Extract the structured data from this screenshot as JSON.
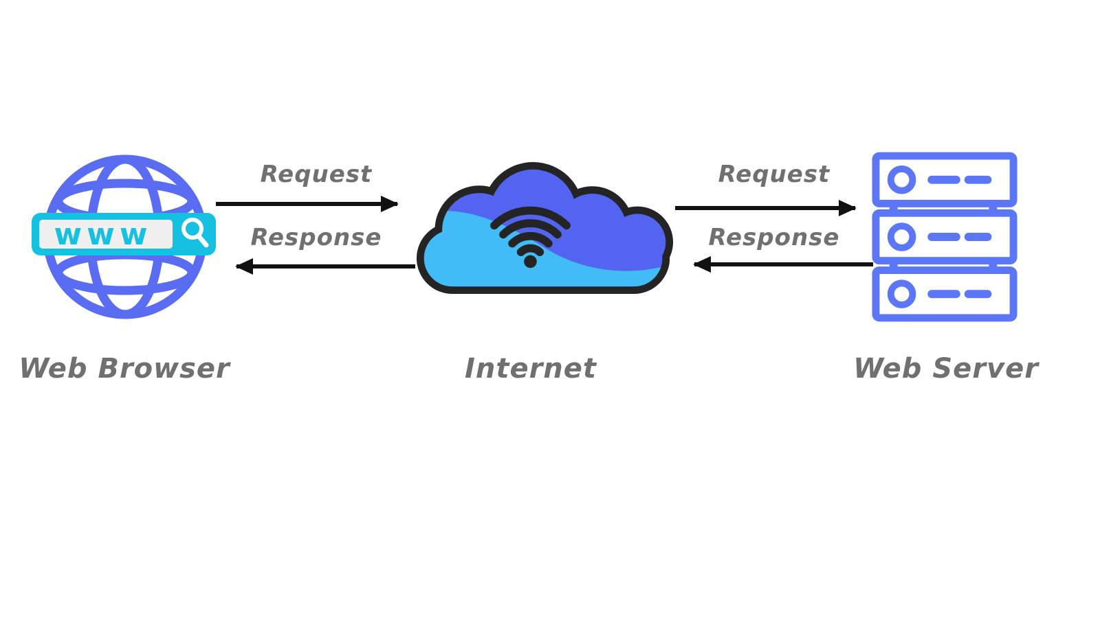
{
  "nodes": {
    "browser": {
      "label": "Web Browser",
      "address_text": "www"
    },
    "internet": {
      "label": "Internet"
    },
    "server": {
      "label": "Web Server"
    }
  },
  "flows": {
    "browser_internet": {
      "request": "Request",
      "response": "Response"
    },
    "internet_server": {
      "request": "Request",
      "response": "Response"
    }
  },
  "colors": {
    "globe_blue": "#5a6cf2",
    "search_cyan": "#16c0e0",
    "search_field_bg": "#f0f0f0",
    "cloud_indigo": "#5364f1",
    "cloud_sky": "#41bcf6",
    "outline_dark": "#242424",
    "server_blue": "#5b76f6",
    "arrow_black": "#111111",
    "label_gray": "#707070"
  }
}
